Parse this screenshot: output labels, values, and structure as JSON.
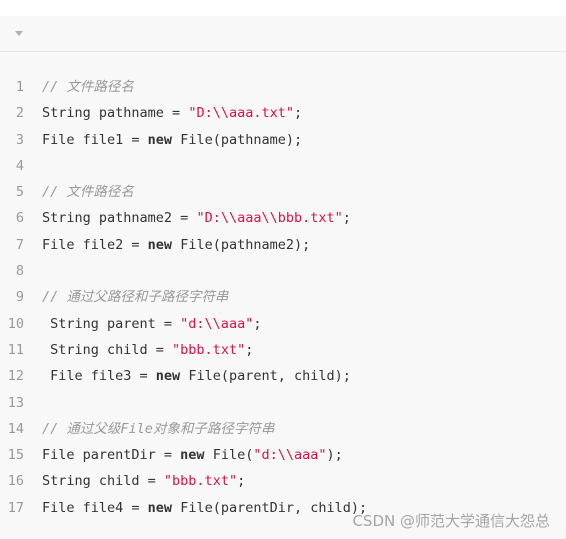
{
  "toolbar": {
    "collapse_icon": "chevron-down-icon"
  },
  "lines": [
    {
      "n": "1",
      "tokens": [
        {
          "t": "// 文件路径名",
          "c": "comment"
        }
      ]
    },
    {
      "n": "2",
      "tokens": [
        {
          "t": "String pathname = ",
          "c": ""
        },
        {
          "t": "\"D:\\\\aaa.txt\"",
          "c": "str"
        },
        {
          "t": ";",
          "c": ""
        }
      ]
    },
    {
      "n": "3",
      "tokens": [
        {
          "t": "File file1 = ",
          "c": ""
        },
        {
          "t": "new",
          "c": "kw"
        },
        {
          "t": " File(pathname);",
          "c": ""
        }
      ]
    },
    {
      "n": "4",
      "tokens": []
    },
    {
      "n": "5",
      "tokens": [
        {
          "t": "// 文件路径名",
          "c": "comment"
        }
      ]
    },
    {
      "n": "6",
      "tokens": [
        {
          "t": "String pathname2 = ",
          "c": ""
        },
        {
          "t": "\"D:\\\\aaa\\\\bbb.txt\"",
          "c": "str"
        },
        {
          "t": ";",
          "c": ""
        }
      ]
    },
    {
      "n": "7",
      "tokens": [
        {
          "t": "File file2 = ",
          "c": ""
        },
        {
          "t": "new",
          "c": "kw"
        },
        {
          "t": " File(pathname2);",
          "c": ""
        }
      ]
    },
    {
      "n": "8",
      "tokens": []
    },
    {
      "n": "9",
      "tokens": [
        {
          "t": "// 通过父路径和子路径字符串",
          "c": "comment"
        }
      ]
    },
    {
      "n": "10",
      "tokens": [
        {
          "t": " String parent = ",
          "c": ""
        },
        {
          "t": "\"d:\\\\aaa\"",
          "c": "str"
        },
        {
          "t": ";",
          "c": ""
        }
      ]
    },
    {
      "n": "11",
      "tokens": [
        {
          "t": " String child = ",
          "c": ""
        },
        {
          "t": "\"bbb.txt\"",
          "c": "str"
        },
        {
          "t": ";",
          "c": ""
        }
      ]
    },
    {
      "n": "12",
      "tokens": [
        {
          "t": " File file3 = ",
          "c": ""
        },
        {
          "t": "new",
          "c": "kw"
        },
        {
          "t": " File(parent, child);",
          "c": ""
        }
      ]
    },
    {
      "n": "13",
      "tokens": []
    },
    {
      "n": "14",
      "tokens": [
        {
          "t": "// 通过父级File对象和子路径字符串",
          "c": "comment"
        }
      ]
    },
    {
      "n": "15",
      "tokens": [
        {
          "t": "File parentDir = ",
          "c": ""
        },
        {
          "t": "new",
          "c": "kw"
        },
        {
          "t": " File(",
          "c": ""
        },
        {
          "t": "\"d:\\\\aaa\"",
          "c": "str"
        },
        {
          "t": ");",
          "c": ""
        }
      ]
    },
    {
      "n": "16",
      "tokens": [
        {
          "t": "String child = ",
          "c": ""
        },
        {
          "t": "\"bbb.txt\"",
          "c": "str"
        },
        {
          "t": ";",
          "c": ""
        }
      ]
    },
    {
      "n": "17",
      "tokens": [
        {
          "t": "File file4 = ",
          "c": ""
        },
        {
          "t": "new",
          "c": "kw"
        },
        {
          "t": " File(parentDir, child);",
          "c": ""
        }
      ]
    }
  ],
  "watermark": "CSDN @师范大学通信大怨总",
  "colors": {
    "string": "#dd1144",
    "comment": "#999999",
    "line_number": "#999999",
    "background": "#f8f8f8"
  }
}
